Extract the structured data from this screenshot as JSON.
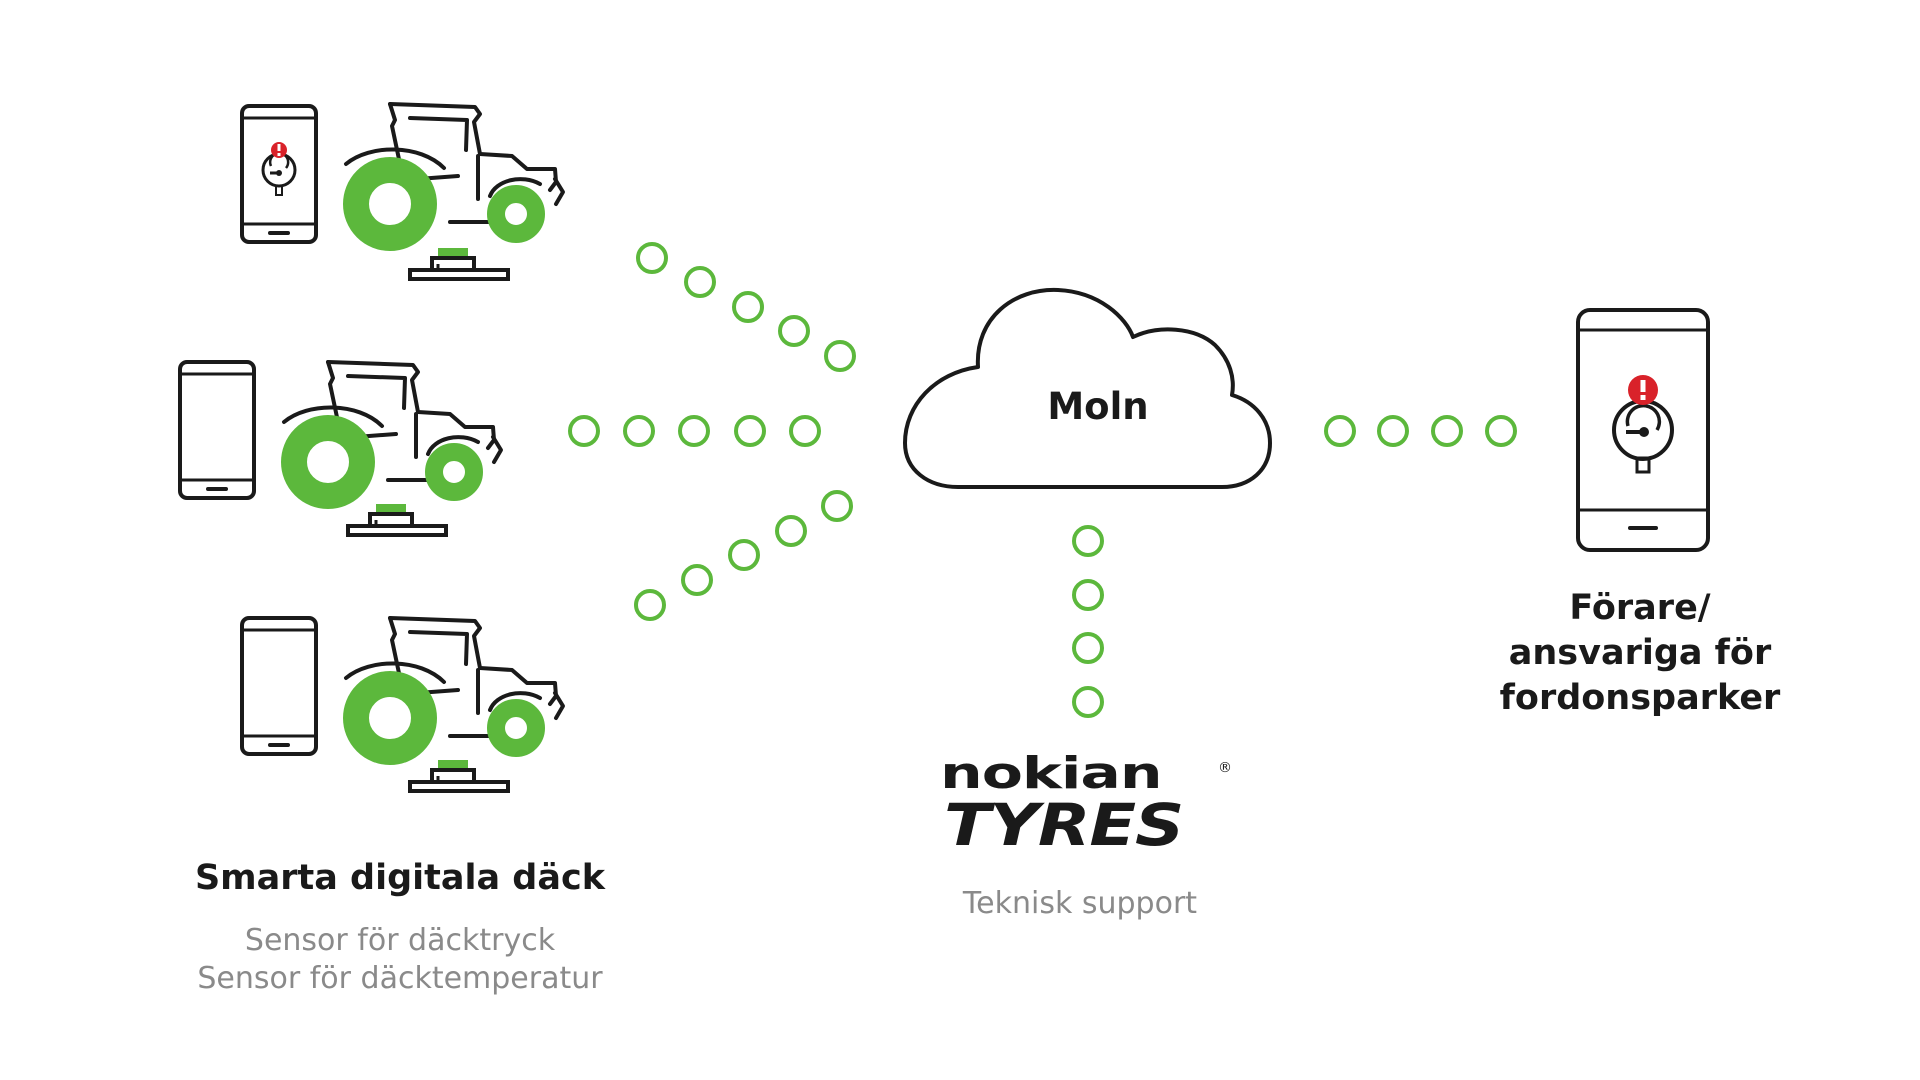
{
  "colors": {
    "accent_green": "#5cb83c",
    "alert_red": "#d9222a",
    "outline": "#1a1a1a",
    "muted_text": "#8a8a8a"
  },
  "cloud": {
    "label": "Moln"
  },
  "left_group": {
    "title": "Smarta digitala däck",
    "subtitle_lines": [
      "Sensor för däcktryck",
      "Sensor för däcktemperatur"
    ]
  },
  "right_group": {
    "title_lines": [
      "Förare/",
      "ansvariga för",
      "fordonsparker"
    ]
  },
  "logo": {
    "line1": "nokian",
    "line2": "TYRES",
    "registered_mark": "®"
  },
  "support": {
    "label": "Teknisk support"
  },
  "icons": {
    "tractor": "tractor-icon",
    "phone": "smartphone-icon",
    "sensor": "tire-sensor-icon",
    "gauge": "pressure-gauge-icon",
    "alert": "alert-icon",
    "cloud": "cloud-icon",
    "connection": "connection-dot"
  }
}
